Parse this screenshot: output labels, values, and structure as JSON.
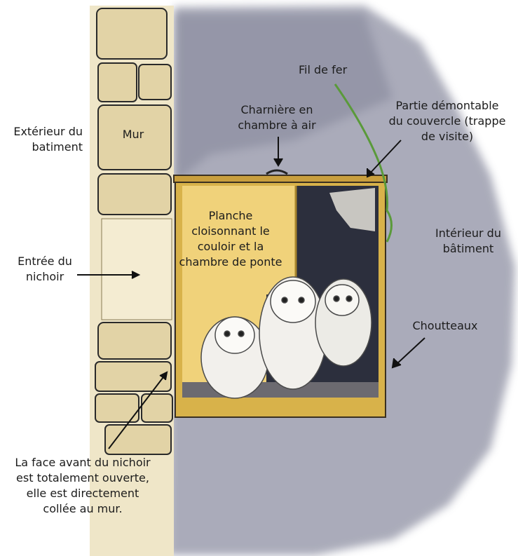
{
  "labels": {
    "exterieur": "Extérieur du\nbatiment",
    "mur": "Mur",
    "charniere": "Charnière en\nchambre à air",
    "fil": "Fil de fer",
    "partie": "Partie démontable\ndu couvercle (trappe\nde visite)",
    "planche": "Planche\ncloisonnant le\ncouloir et la\nchambre de ponte",
    "interieur": "Intérieur du\nbâtiment",
    "entree": "Entrée du\nnichoir",
    "chouteaux": "Choutteaux",
    "face": "La face avant du nichoir\nest totalement ouverte,\nelle est directement\ncollée au mur."
  },
  "colors": {
    "interior_wall": "#8e90a3",
    "stone": "#e2d3a6",
    "wood": "#f0d27a",
    "box_frame": "#d8b24a",
    "dark_chamber": "#2c2f3d",
    "owlet": "#f2f0ec",
    "wire": "#5a9a3a",
    "text": "#1c1c1c"
  }
}
